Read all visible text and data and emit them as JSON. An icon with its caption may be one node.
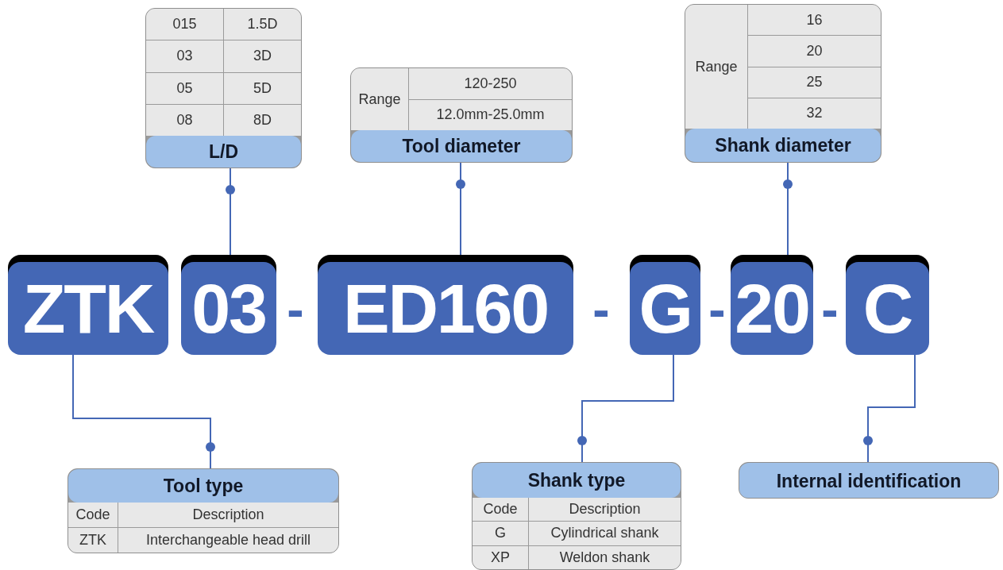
{
  "diagram": {
    "nodes": [
      {
        "text": [
          "L/D",
          "015",
          "1.5D",
          "03",
          "3D",
          "05",
          "5D",
          "08",
          "8D"
        ]
      },
      {
        "text": [
          "Tool diameter",
          "Range",
          "120-250",
          "12.0mm-25.0mm"
        ]
      },
      {
        "text": [
          "Shank diameter",
          "Range",
          "16",
          "20",
          "25",
          "32"
        ]
      },
      {
        "text": [
          "ZTK"
        ]
      },
      {
        "text": [
          "03"
        ]
      },
      {
        "text": [
          "ED160"
        ]
      },
      {
        "text": [
          "G"
        ]
      },
      {
        "text": [
          "20"
        ]
      },
      {
        "text": [
          "C"
        ]
      },
      {
        "text": [
          "Tool type",
          "Code",
          "Description",
          "ZTK",
          "Interchangeable head drill"
        ]
      },
      {
        "text": [
          "Shank type",
          "Code",
          "Description",
          "G",
          "Cylindrical shank",
          "XP",
          "Weldon shank"
        ]
      },
      {
        "text": [
          "Internal identification"
        ]
      }
    ],
    "edges": [
      {
        "from": 4,
        "to": 0,
        "arrow": "other"
      },
      {
        "from": 5,
        "to": 1,
        "arrow": "other"
      },
      {
        "from": 7,
        "to": 2,
        "arrow": "other"
      },
      {
        "from": 3,
        "to": 9,
        "arrow": "other"
      },
      {
        "from": 6,
        "to": 10,
        "arrow": "other"
      },
      {
        "from": 8,
        "to": 11,
        "arrow": "other"
      }
    ],
    "labels": [
      "-",
      "-",
      "-",
      "-"
    ]
  }
}
